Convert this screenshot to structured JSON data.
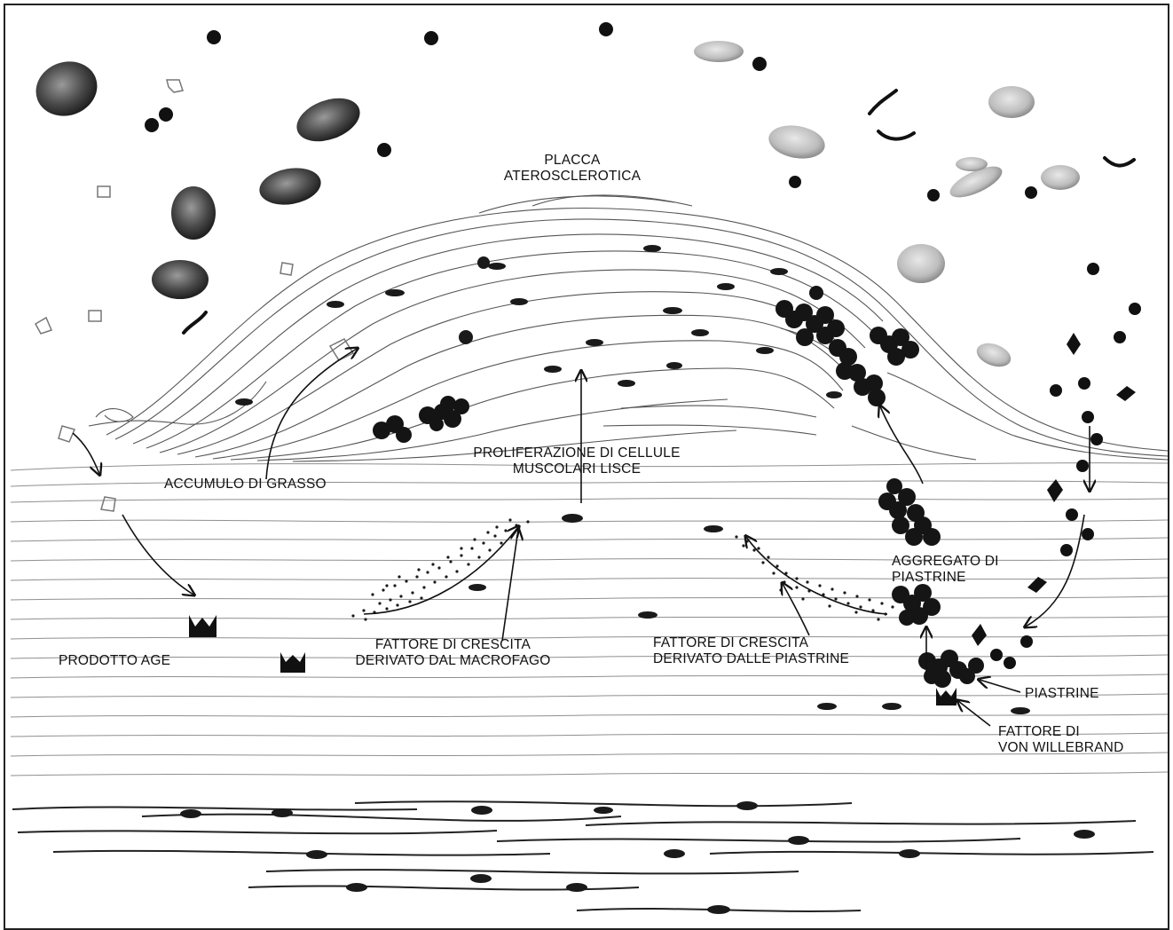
{
  "diagram": {
    "labels": {
      "placca": [
        "PLACCA",
        "ATEROSCLEROTICA"
      ],
      "proliferazione": [
        "PROLIFERAZIONE DI CELLULE",
        "MUSCOLARI LISCE"
      ],
      "accumulo": [
        "ACCUMULO DI GRASSO"
      ],
      "aggregato": [
        "AGGREGATO DI",
        "PIASTRINE"
      ],
      "fattore_macrofago": [
        "FATTORE DI CRESCITA",
        "DERIVATO DAL MACROFAGO"
      ],
      "fattore_piastrine": [
        "FATTORE DI CRESCITA",
        "DERIVATO DALLE PIASTRINE"
      ],
      "prodotto_age": [
        "PRODOTTO AGE"
      ],
      "piastrine": [
        "PIASTRINE"
      ],
      "von_willebrand": [
        "FATTORE DI",
        "VON WILLEBRAND"
      ]
    },
    "colors": {
      "ink": "#111111",
      "cell_dark": "#1a1a1a",
      "fiber": "#5a5a5a",
      "background": "#ffffff"
    }
  }
}
